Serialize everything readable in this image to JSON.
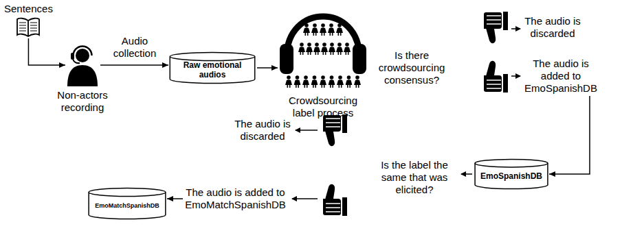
{
  "diagram": {
    "nodes": [
      {
        "text": [
          "Sentences"
        ]
      },
      {
        "text": [
          "Non-actors recording"
        ]
      },
      {
        "text": [
          "Raw emotional audios"
        ]
      },
      {
        "text": [
          "Crowdsourcing label process"
        ]
      },
      {
        "text": [
          "The audio is discarded"
        ]
      },
      {
        "text": [
          "The audio is added to EmoSpanishDB"
        ]
      },
      {
        "text": [
          "EmoSpanishDB"
        ]
      },
      {
        "text": [
          "The audio is discarded"
        ]
      },
      {
        "text": [
          "The audio is added to EmoMatchSpanishDB"
        ]
      },
      {
        "text": [
          "EmoMatchSpanishDB"
        ]
      }
    ],
    "edges": [
      {
        "from": 0,
        "to": 1,
        "arrow": "to"
      },
      {
        "from": 1,
        "to": 2,
        "label": "Audio collection",
        "arrow": "to"
      },
      {
        "from": 2,
        "to": 3,
        "arrow": "to"
      },
      {
        "from": 5,
        "to": 6,
        "arrow": "to"
      },
      {
        "from": 8,
        "to": 9,
        "arrow": "to"
      }
    ],
    "labels": [
      "Is there crowdsourcing consensus?",
      "Is the label the same that was elicited?"
    ]
  }
}
